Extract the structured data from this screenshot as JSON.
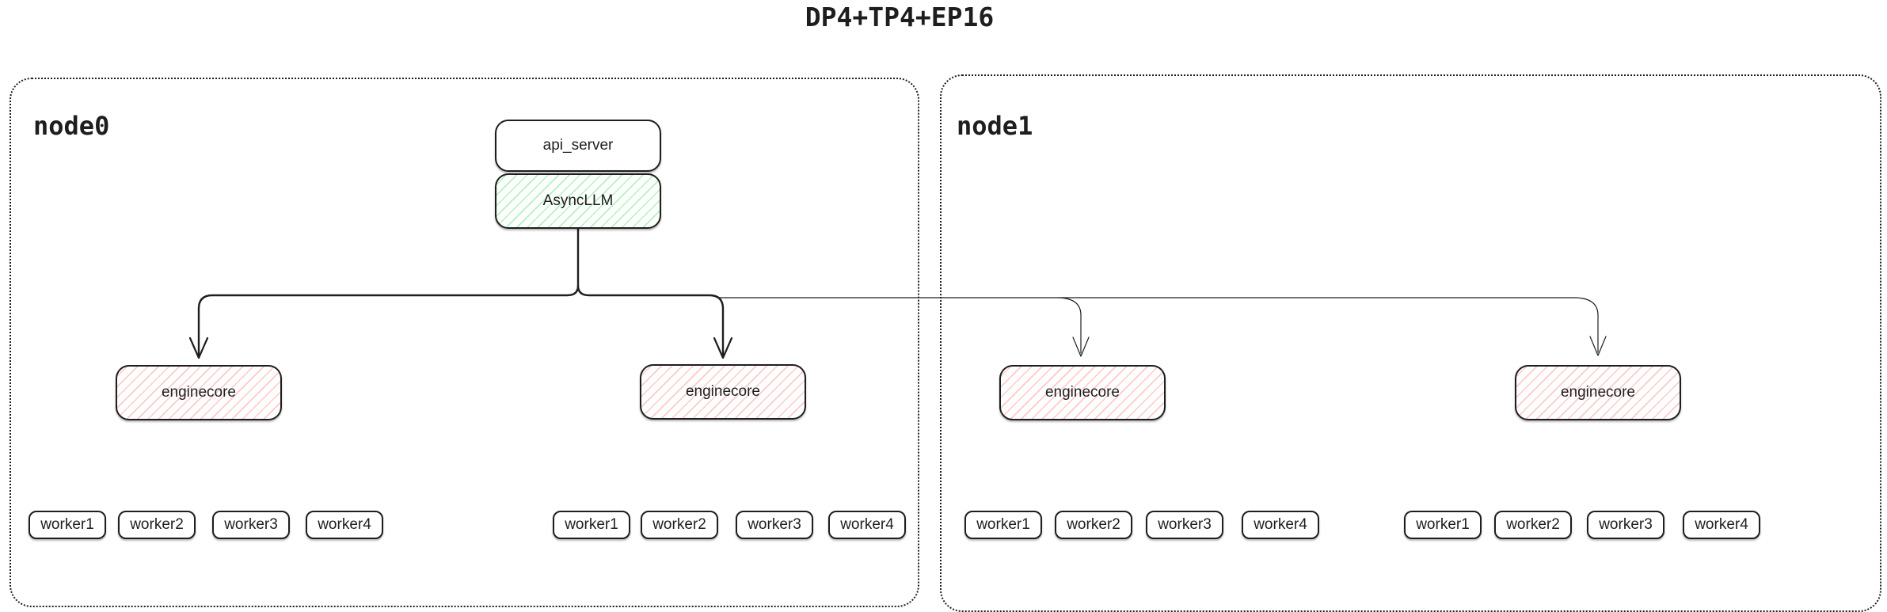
{
  "title": "DP4+TP4+EP16",
  "colors": {
    "stroke": "#1e1e1e",
    "async_llm_hatch": "#b2f2bb",
    "enginecore_hatch": "#ffc9c9",
    "background": "#ffffff"
  },
  "node0": {
    "label": "node0",
    "api_server_label": "api_server",
    "async_llm_label": "AsyncLLM",
    "enginecores": [
      {
        "label": "enginecore",
        "workers": [
          "worker1",
          "worker2",
          "worker3",
          "worker4"
        ]
      },
      {
        "label": "enginecore",
        "workers": [
          "worker1",
          "worker2",
          "worker3",
          "worker4"
        ]
      }
    ]
  },
  "node1": {
    "label": "node1",
    "enginecores": [
      {
        "label": "enginecore",
        "workers": [
          "worker1",
          "worker2",
          "worker3",
          "worker4"
        ]
      },
      {
        "label": "enginecore",
        "workers": [
          "worker1",
          "worker2",
          "worker3",
          "worker4"
        ]
      }
    ]
  }
}
